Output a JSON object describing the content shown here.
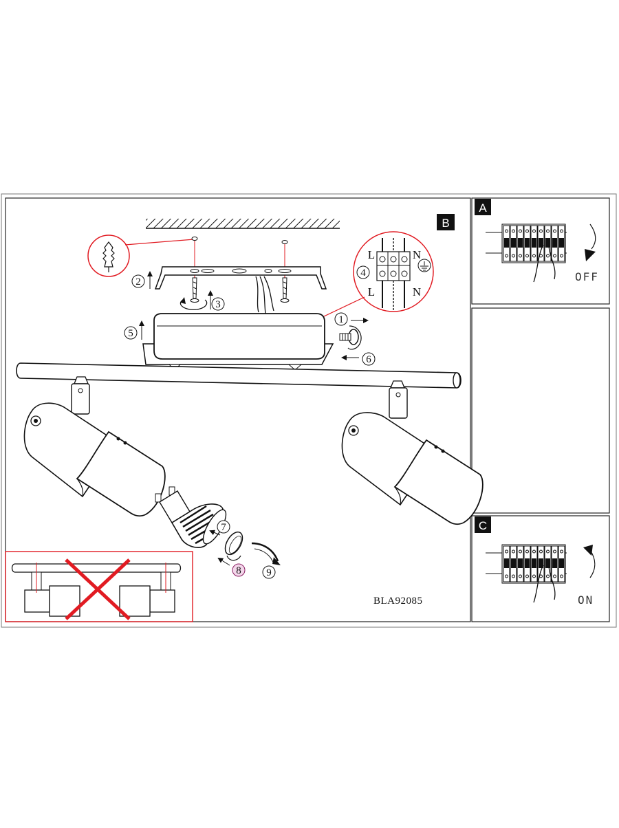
{
  "labels": {
    "panel_a": "A",
    "panel_b": "B",
    "panel_c": "C",
    "off": "OFF",
    "on": "ON",
    "model_code": "BLA92085"
  },
  "terminal": {
    "l_top": "L",
    "n_top": "N",
    "l_bottom": "L",
    "n_bottom": "N"
  },
  "steps": [
    "1",
    "2",
    "3",
    "4",
    "5",
    "6",
    "7",
    "8",
    "9"
  ],
  "colors": {
    "line": "#111111",
    "callout": "#e11b22",
    "step8_fill": "#f3d6ea",
    "step8_text": "#8a1f63"
  },
  "icons": [
    "wall-plug-icon",
    "earth-ground-icon",
    "rotation-arrow-icon",
    "up-arrow-icon"
  ]
}
